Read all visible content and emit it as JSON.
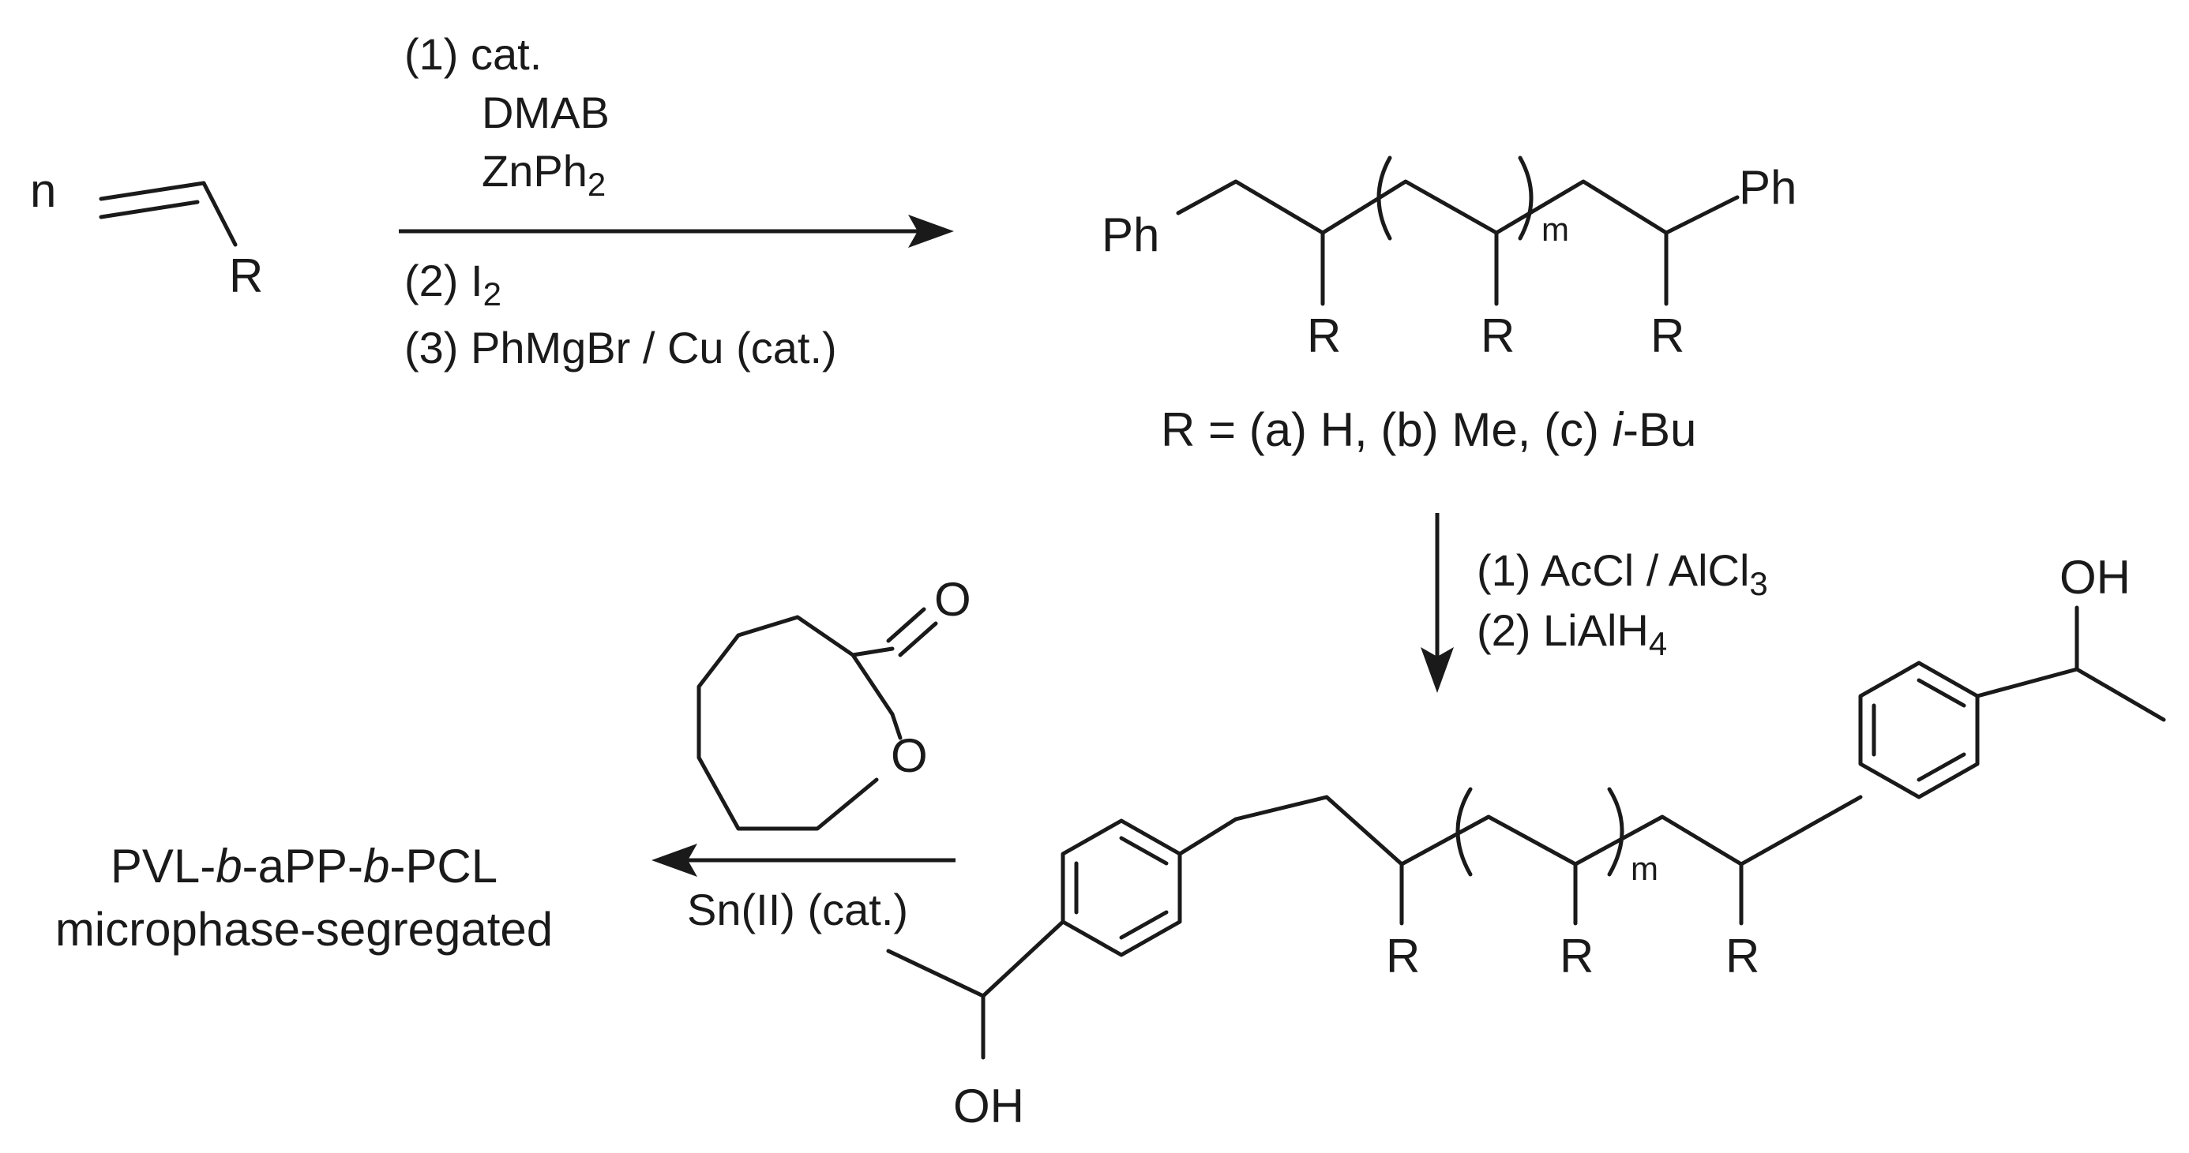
{
  "monomer": {
    "coefficient": "n",
    "substituent": "R"
  },
  "step1": {
    "conditions_top": [
      "(1) cat.",
      "DMAB"
    ],
    "zn_reagent": {
      "main": "ZnPh",
      "subscript": "2"
    },
    "iodine": {
      "prefix": "(2) I",
      "subscript": "2"
    },
    "cross_coupling": "(3) PhMgBr / Cu (cat.)"
  },
  "product1": {
    "end_group_left": "Ph",
    "end_group_right": "Ph",
    "substituents": [
      "R",
      "R",
      "R"
    ],
    "repeat_subscript": "m"
  },
  "r_definition": {
    "prefix": "R = (a) H, (b) Me, (c) ",
    "italic": "i",
    "suffix": "-Bu"
  },
  "step2": {
    "line1": {
      "main": "(1) AcCl / AlCl",
      "subscript": "3"
    },
    "line2": {
      "main": "(2) LiAlH",
      "subscript": "4"
    }
  },
  "product2": {
    "hydroxyl_left": "OH",
    "hydroxyl_right": "OH",
    "substituents": [
      "R",
      "R",
      "R"
    ],
    "repeat_subscript": "m"
  },
  "lactone": {
    "carbonyl_o": "O",
    "ring_o": "O"
  },
  "step3": {
    "catalyst": "Sn(II) (cat.)"
  },
  "final_product": {
    "line1": {
      "p1": "PVL-",
      "i1": "b",
      "p2": "-aPP-",
      "i2": "b",
      "p3": "-PCL"
    },
    "line2": "microphase-segregated"
  }
}
